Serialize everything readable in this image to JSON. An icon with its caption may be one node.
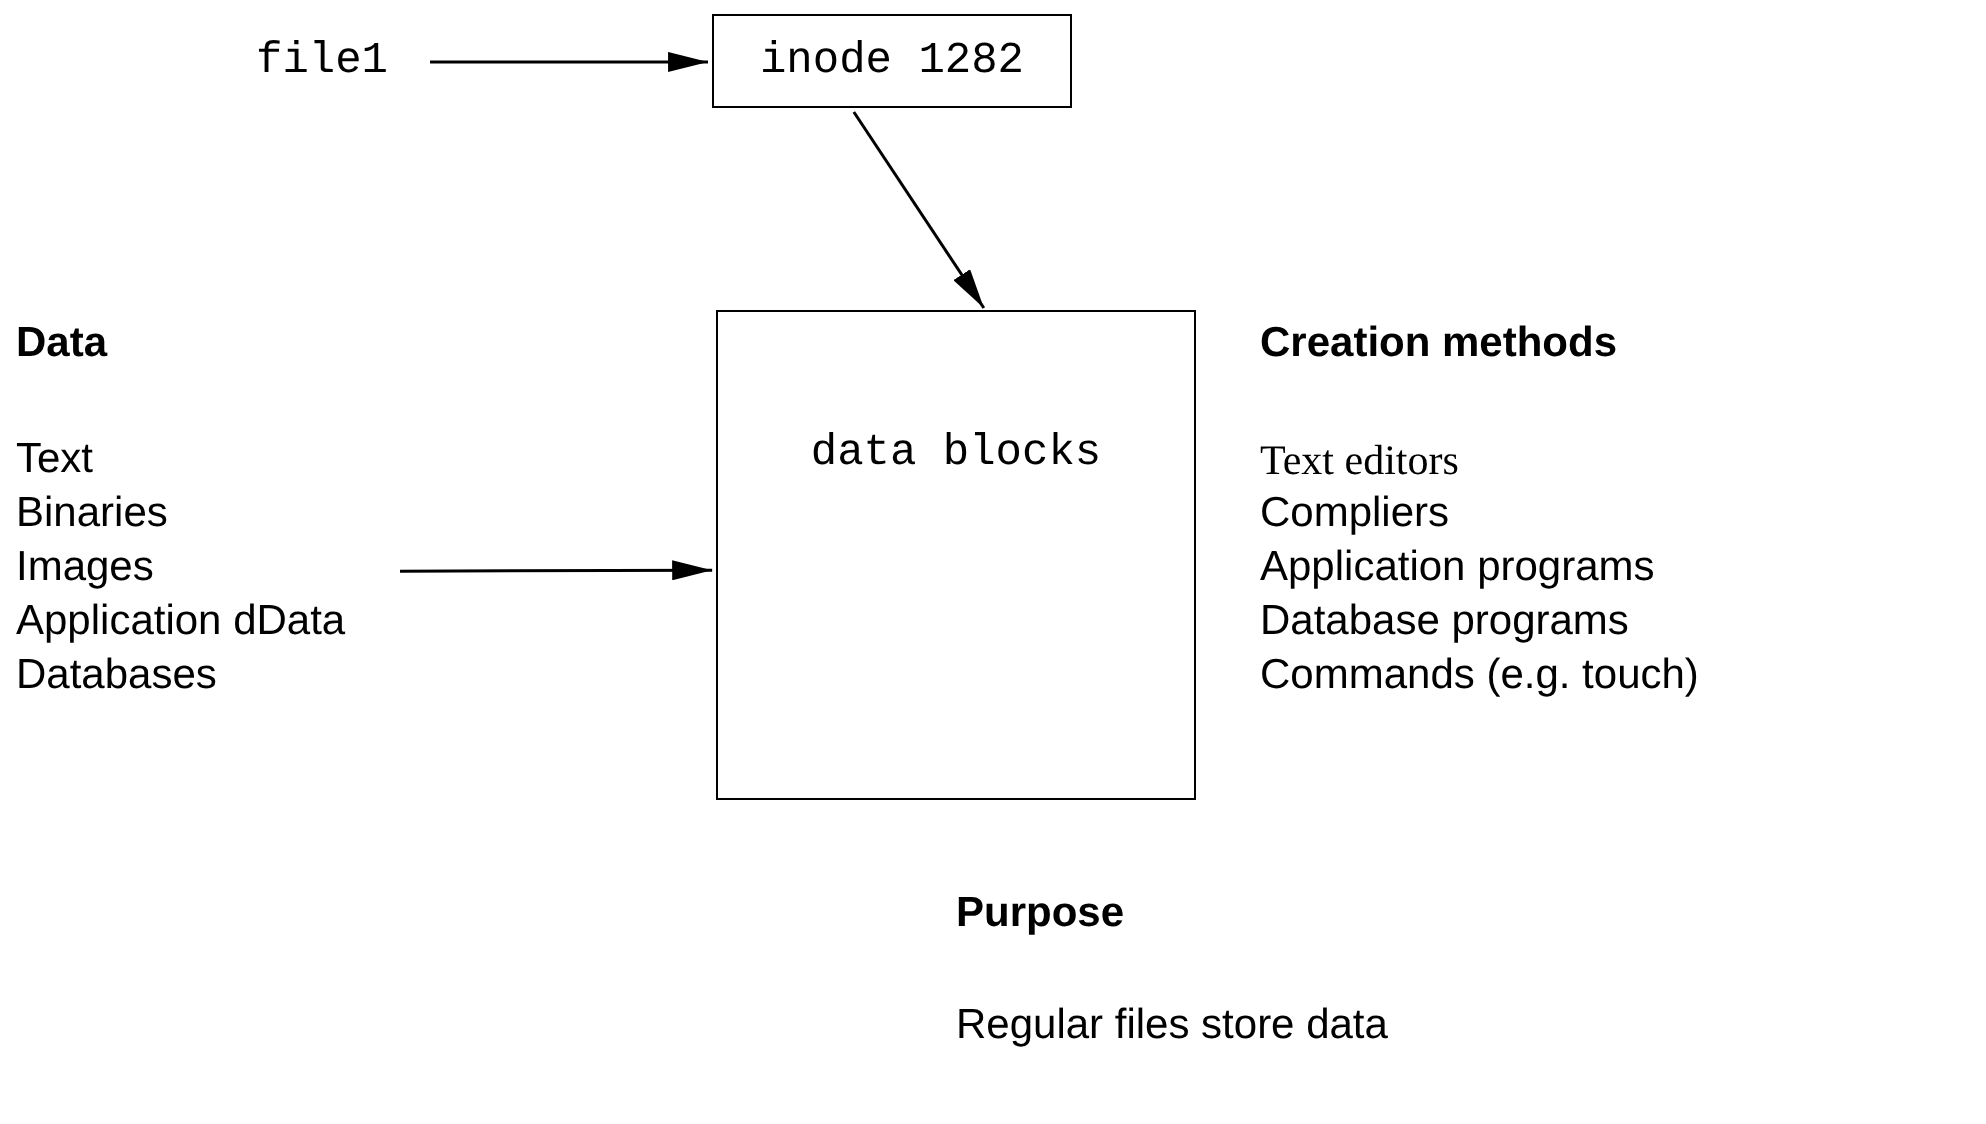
{
  "diagram": {
    "nodes": [
      {
        "text": [
          "file1"
        ]
      },
      {
        "text": [
          "inode 1282"
        ]
      },
      {
        "text": [
          "data blocks"
        ]
      },
      {
        "text": [
          "Data",
          "Text",
          "Binaries",
          "Images",
          "Application dData",
          "Databases"
        ]
      }
    ],
    "edges": [
      {
        "from": 0,
        "to": 1,
        "arrow": "to"
      },
      {
        "from": 1,
        "to": 2,
        "arrow": "to"
      },
      {
        "from": 3,
        "to": 2,
        "arrow": "to"
      }
    ],
    "labels": [
      "Creation methods",
      "Text editors",
      "Compliers",
      "Application programs",
      "Database programs",
      "Commands (e.g. touch)",
      "Purpose",
      "Regular files store data"
    ]
  }
}
